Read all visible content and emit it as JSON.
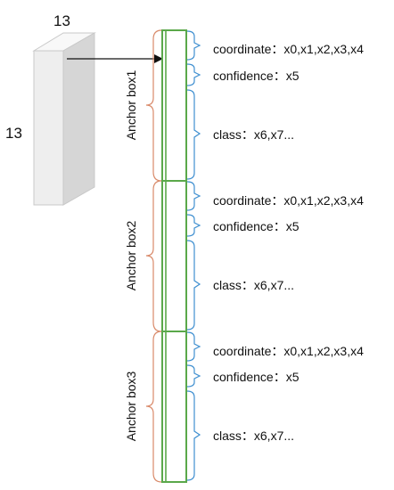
{
  "feature_map": {
    "top_dim": "13",
    "side_dim": "13"
  },
  "anchors": [
    {
      "name": "Anchor box1",
      "coordinate": "coordinate：x0,x1,x2,x3,x4",
      "confidence": "confidence：x5",
      "class": "class：x6,x7..."
    },
    {
      "name": "Anchor box2",
      "coordinate": "coordinate：x0,x1,x2,x3,x4",
      "confidence": "confidence：x5",
      "class": "class：x6,x7..."
    },
    {
      "name": "Anchor box3",
      "coordinate": "coordinate：x0,x1,x2,x3,x4",
      "confidence": "confidence：x5",
      "class": "class：x6,x7..."
    }
  ],
  "colors": {
    "cell_outline": "#5aa84a",
    "anchor_brace": "#d98a6a",
    "field_brace": "#3f8fd0",
    "arrow": "#111111",
    "cube_front": "#eeeeee",
    "cube_side": "#d6d6d6",
    "cube_top": "#f8f8f8",
    "cube_edge": "#c8c8c8"
  }
}
